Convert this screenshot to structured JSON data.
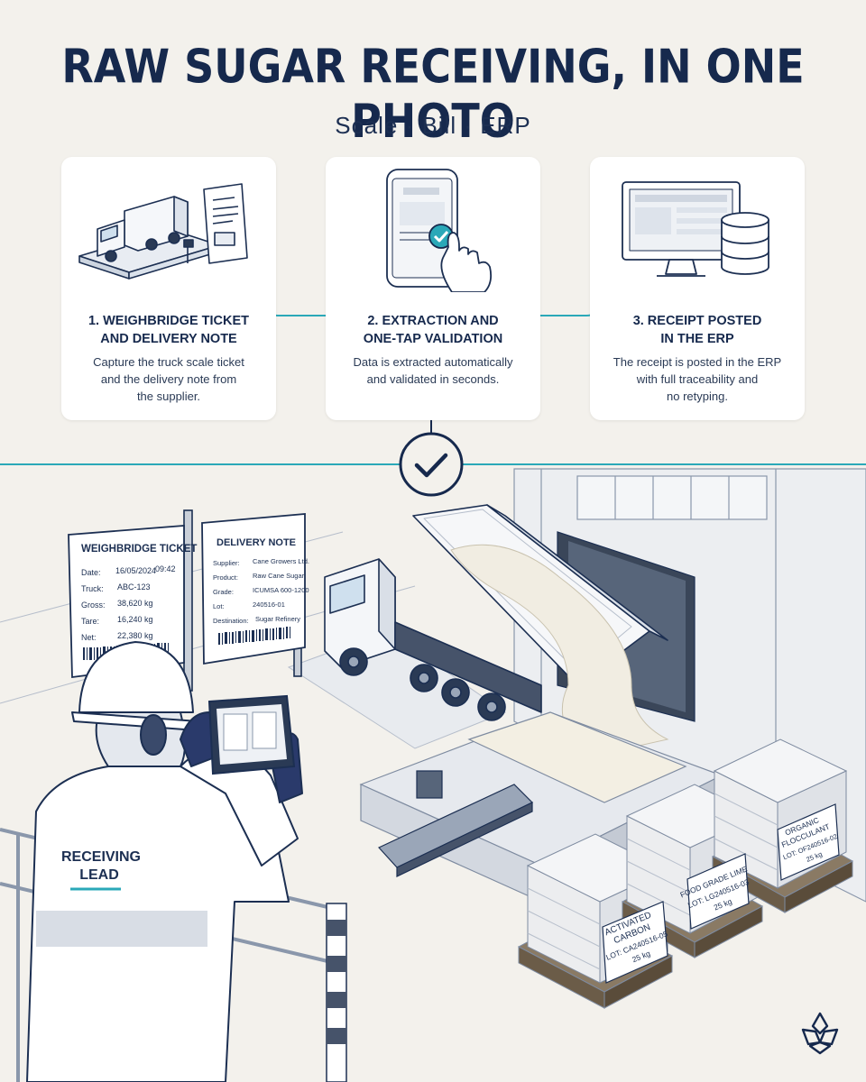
{
  "title": "RAW SUGAR RECEIVING, IN ONE PHOTO",
  "subtitle": "Scale · Bill · ERP",
  "steps": [
    {
      "heading": "1. WEIGHBRIDGE TICKET AND DELIVERY NOTE",
      "heading_line1": "1. WEIGHBRIDGE TICKET",
      "heading_line2": "AND DELIVERY NOTE",
      "text_line1": "Capture the truck scale ticket",
      "text_line2": "and the delivery note from",
      "text_line3": "the supplier.",
      "icon": "truck-on-scale-with-document-icon"
    },
    {
      "heading_line1": "2. EXTRACTION AND",
      "heading_line2": "ONE-TAP VALIDATION",
      "text_line1": "Data is extracted automatically",
      "text_line2": "and validated in seconds.",
      "icon": "phone-tap-checkmark-icon"
    },
    {
      "heading_line1": "3. RECEIPT POSTED",
      "heading_line2": "IN THE ERP",
      "text_line1": "The receipt is posted in the ERP",
      "text_line2": "with full traceability and",
      "text_line3": "no retyping.",
      "icon": "monitor-database-icon"
    }
  ],
  "weighbridge_ticket": {
    "title": "WEIGHBRIDGE TICKET",
    "date_label": "Date:",
    "date": "16/05/2024",
    "time": "09:42",
    "truck_label": "Truck:",
    "truck": "ABC-123",
    "gross_label": "Gross:",
    "gross": "38,620 kg",
    "tare_label": "Tare:",
    "tare": "16,240 kg",
    "net_label": "Net:",
    "net": "22,380 kg"
  },
  "delivery_note": {
    "title": "DELIVERY NOTE",
    "supplier_label": "Supplier:",
    "supplier": "Cane Growers Ltd.",
    "product_label": "Product:",
    "product": "Raw Cane Sugar",
    "grade_label": "Grade:",
    "grade": "ICUMSA 600-1200",
    "lot_label": "Lot:",
    "lot": "240516-01",
    "destination_label": "Destination:",
    "destination": "Sugar Refinery"
  },
  "worker": {
    "jacket_line1": "RECEIVING",
    "jacket_line2": "LEAD"
  },
  "pallets": [
    {
      "line1": "ACTIVATED",
      "line2": "CARBON",
      "lot": "LOT: CA240516-05",
      "weight": "25 kg"
    },
    {
      "line1": "FOOD GRADE LIME",
      "lot": "LOT: LG240516-03",
      "weight": "25 kg"
    },
    {
      "line1": "ORGANIC",
      "line2": "FLOCCULANT",
      "lot": "LOT: OF240516-02",
      "weight": "25 kg"
    }
  ],
  "colors": {
    "navy": "#16294d",
    "teal": "#2aa8b8",
    "background": "#f3f1ec",
    "card": "#ffffff"
  },
  "icons": {
    "check": "check-circle-icon",
    "logo": "flower-logo-icon"
  }
}
